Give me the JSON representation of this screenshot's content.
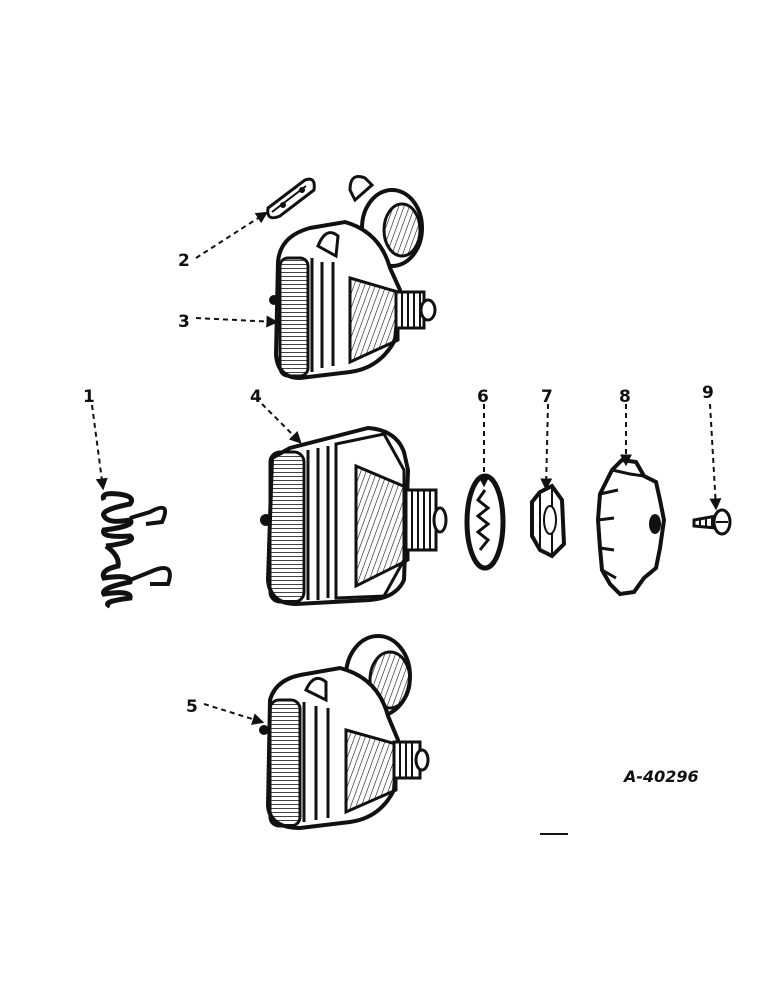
{
  "callouts": {
    "c1": "1",
    "c2": "2",
    "c3": "3",
    "c4": "4",
    "c5": "5",
    "c6": "6",
    "c7": "7",
    "c8": "8",
    "c9": "9"
  },
  "drawing_number": "A-40296",
  "colors": {
    "ink": "#111111",
    "paper": "#ffffff",
    "shade": "#3a3a3a"
  }
}
